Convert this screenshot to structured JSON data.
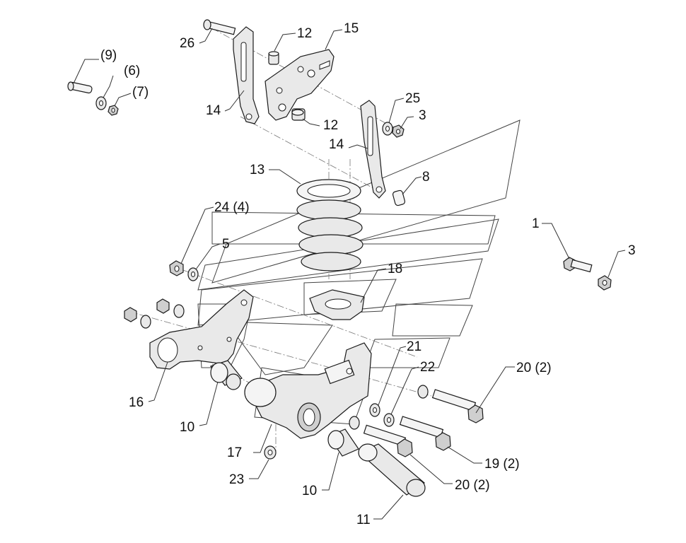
{
  "diagram": {
    "callouts": [
      "(9)",
      "(6)",
      "(7)",
      "26",
      "12",
      "15",
      "14",
      "12",
      "25",
      "3",
      "14",
      "8",
      "13",
      "24 (4)",
      "5",
      "1",
      "3",
      "18",
      "21",
      "22",
      "20 (2)",
      "16",
      "10",
      "17",
      "23",
      "19 (2)",
      "10",
      "20 (2)",
      "11"
    ]
  }
}
